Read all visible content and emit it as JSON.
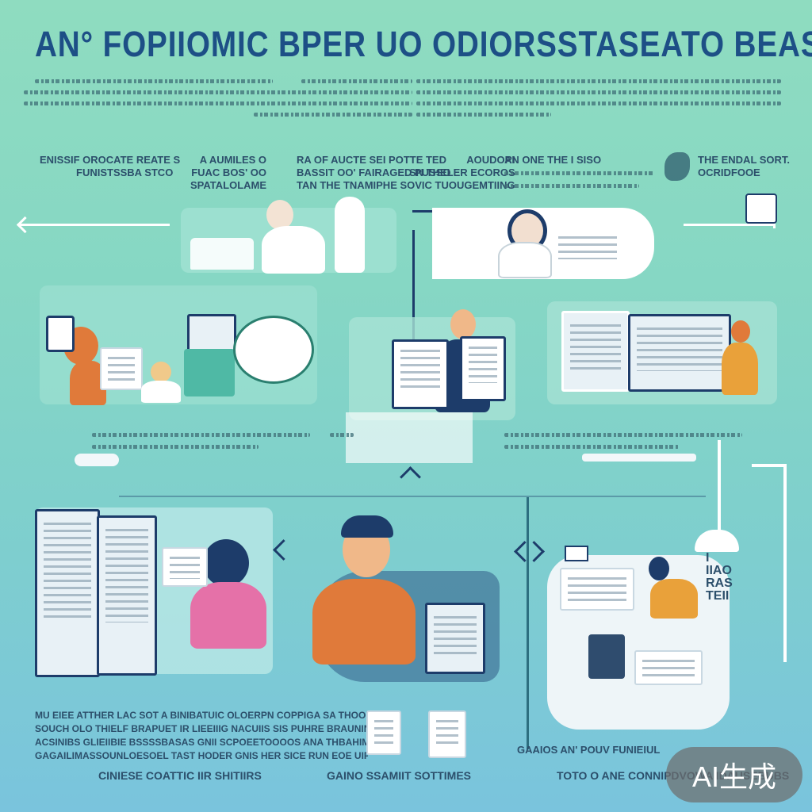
{
  "title": "AN° FOPIIOMIC BPER UO ODIORSSTASEATO BEAS TREATMEN'I",
  "section_labels": [
    {
      "id": "l1",
      "lines": [
        "ENISSIF OROCATE REATE S",
        "FUNISTSSBA STCO"
      ]
    },
    {
      "id": "l2",
      "lines": [
        "A AUMILES O",
        "FUAC BOS' OO",
        "SPATALOLAME"
      ]
    },
    {
      "id": "l3",
      "lines": [
        "RA OF AUCTE SEI POTTE TED",
        "BASSIT OO' FAIRAGED PUSSO",
        "TAN THE TNAMIPHE SOVIC"
      ]
    },
    {
      "id": "l4",
      "lines": [
        "AOUDORI",
        "SN THELER ECOROS",
        "TUOUGEMTIING"
      ]
    },
    {
      "id": "l5",
      "lines": [
        "AN ONE THE I SISO"
      ]
    },
    {
      "id": "l6",
      "lines": [
        "THE ENDAL SORT.",
        "OCRIDFOOE"
      ]
    }
  ],
  "bottom_text": [
    "MU EIEE ATTHER LAC SOT A BINIBATUIC OLOERPN COPPIGA SA THOOUBBUE PA MOUN",
    "SOUCH OLO THIELF BRAPUET IR LIEEIIIG NACUIIS SIS PUHRE BRAUNING TS TCONO BOE",
    "ACSINIBS GLIEIIBIE BSSSSBASAS GNII SCPOEETOOOOS ANA THBAHIMIGO AT A DIISSITIRN BCC",
    "GAGAILIMASSOUNLOESOEL TAST HODER GNIS HER SICE RUN EOE UIPAL."
  ],
  "captions": {
    "c1": "CINIESE COATTIC IIR SHITIIRS",
    "c2": "GAINO SSAMIIT SOTTIMES",
    "c3": "TOTO O ANE CONNIPDVOWA IDAUSEBUBS",
    "c4": "GAAIOS AN' POUV FUNIEIUL"
  },
  "side_text": "I IIAO RAS TEII",
  "badge": "AI生成",
  "colors": {
    "navy": "#1d3c6a",
    "orange": "#e07a3a",
    "pink": "#e571a8",
    "teal": "#4fb9a5",
    "bg": "#86d7c4"
  }
}
